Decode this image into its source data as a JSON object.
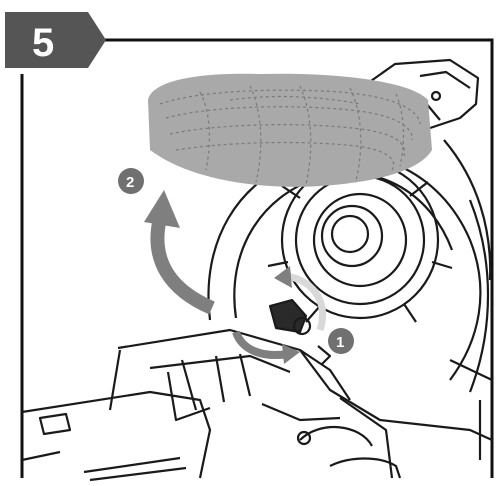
{
  "step": {
    "number": "5"
  },
  "callouts": [
    {
      "label": "1",
      "meaning": "rotate-lever"
    },
    {
      "label": "2",
      "meaning": "lift-head"
    }
  ],
  "colors": {
    "frame": "#111111",
    "step_badge": "#555555",
    "callout_badge": "#707070",
    "arrow": "#7f7f7f",
    "arrow_light": "#d9d9d9",
    "dust_bag": "#a9a9a9",
    "dust_bag_dash": "#7a7a7a",
    "line_art": "#1a1a1a"
  },
  "icons": [
    "step-badge",
    "curved-arrow",
    "dust-bag",
    "release-lever"
  ]
}
